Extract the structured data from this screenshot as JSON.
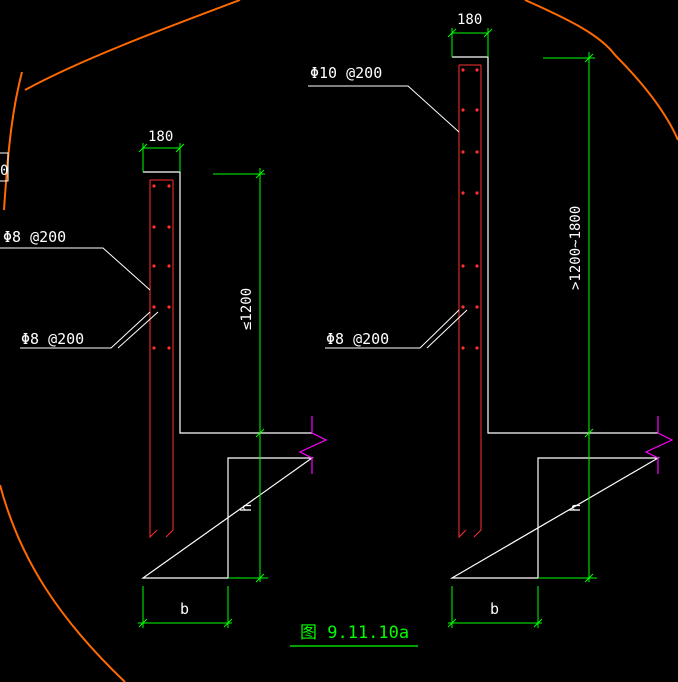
{
  "drawing": {
    "caption": "图 9.11.10a",
    "colors": {
      "background": "#000000",
      "outline": "#ffffff",
      "dimension": "#00ff00",
      "rebar": "#ff3030",
      "break_mark": "#ff00ff",
      "boundary": "#ff6a00",
      "caption": "#00ff00"
    },
    "left_detail": {
      "width_dim": "180",
      "vertical_bar_label": "Φ8 @200",
      "horizontal_bar_label": "Φ8 @200",
      "height_dim": "≤1200",
      "footing_height_dim": "h",
      "footing_width_dim": "b"
    },
    "right_detail": {
      "width_dim": "180",
      "vertical_bar_label": "Φ10 @200",
      "horizontal_bar_label": "Φ8 @200",
      "height_dim": ">1200~1800",
      "footing_height_dim": "h",
      "footing_width_dim": "b"
    },
    "edge_fragment": "0"
  }
}
